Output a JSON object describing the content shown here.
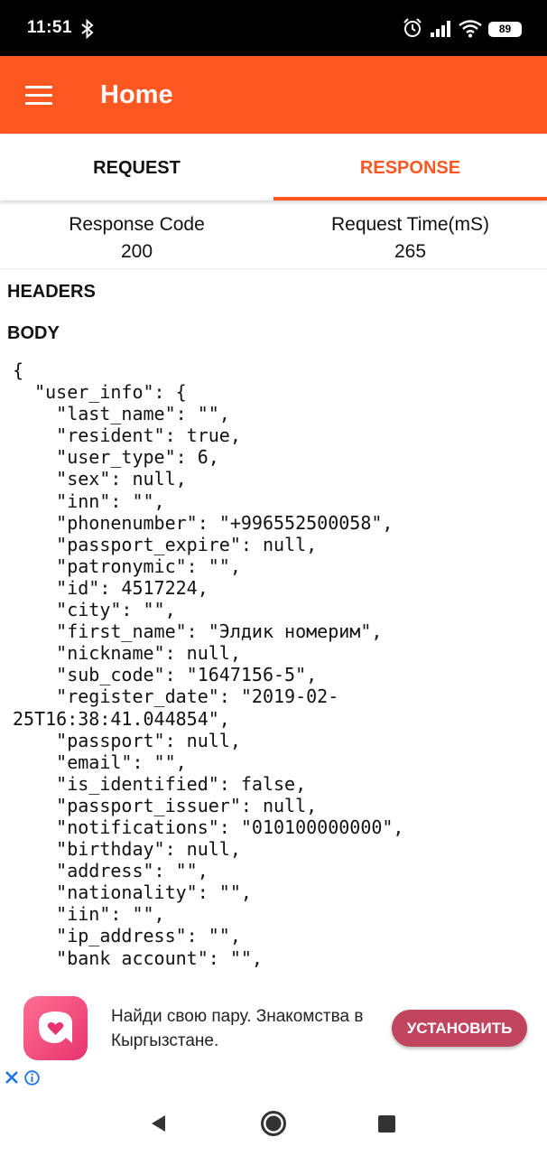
{
  "status_bar": {
    "time": "11:51",
    "battery": "89"
  },
  "app_bar": {
    "title": "Home"
  },
  "tabs": [
    {
      "label": "REQUEST",
      "active": false
    },
    {
      "label": "RESPONSE",
      "active": true
    }
  ],
  "metrics": {
    "response_code_label": "Response Code",
    "response_code_value": "200",
    "request_time_label": "Request Time(mS)",
    "request_time_value": "265"
  },
  "sections": {
    "headers_label": "HEADERS",
    "body_label": "BODY"
  },
  "body_lines": [
    "{",
    "  \"user_info\": {",
    "    \"last_name\": \"\",",
    "    \"resident\": true,",
    "    \"user_type\": 6,",
    "    \"sex\": null,",
    "    \"inn\": \"\",",
    "    \"phonenumber\": \"+996552500058\",",
    "    \"passport_expire\": null,",
    "    \"patronymic\": \"\",",
    "    \"id\": 4517224,",
    "    \"city\": \"\",",
    "    \"first_name\": \"Элдик номерим\",",
    "    \"nickname\": null,",
    "    \"sub_code\": \"1647156-5\",",
    "    \"register_date\": \"2019-02-",
    "25T16:38:41.044854\",",
    "    \"passport\": null,",
    "    \"email\": \"\",",
    "    \"is_identified\": false,",
    "    \"passport_issuer\": null,",
    "    \"notifications\": \"010100000000\",",
    "    \"birthday\": null,",
    "    \"address\": \"\",",
    "    \"nationality\": \"\",",
    "    \"iin\": \"\",",
    "    \"ip_address\": \"\",",
    "    \"bank_account\": \"\","
  ],
  "ad": {
    "text": "Найди свою пару. Знакомства в Кыргызстане.",
    "button_label": "УСТАНОВИТЬ"
  },
  "colors": {
    "accent": "#ff5722",
    "ad_button": "#c2455f"
  },
  "icons": [
    "bluetooth-icon",
    "alarm-icon",
    "signal-icon",
    "wifi-icon",
    "menu-icon",
    "close-icon",
    "info-icon",
    "back-icon",
    "home-icon",
    "recents-icon"
  ]
}
